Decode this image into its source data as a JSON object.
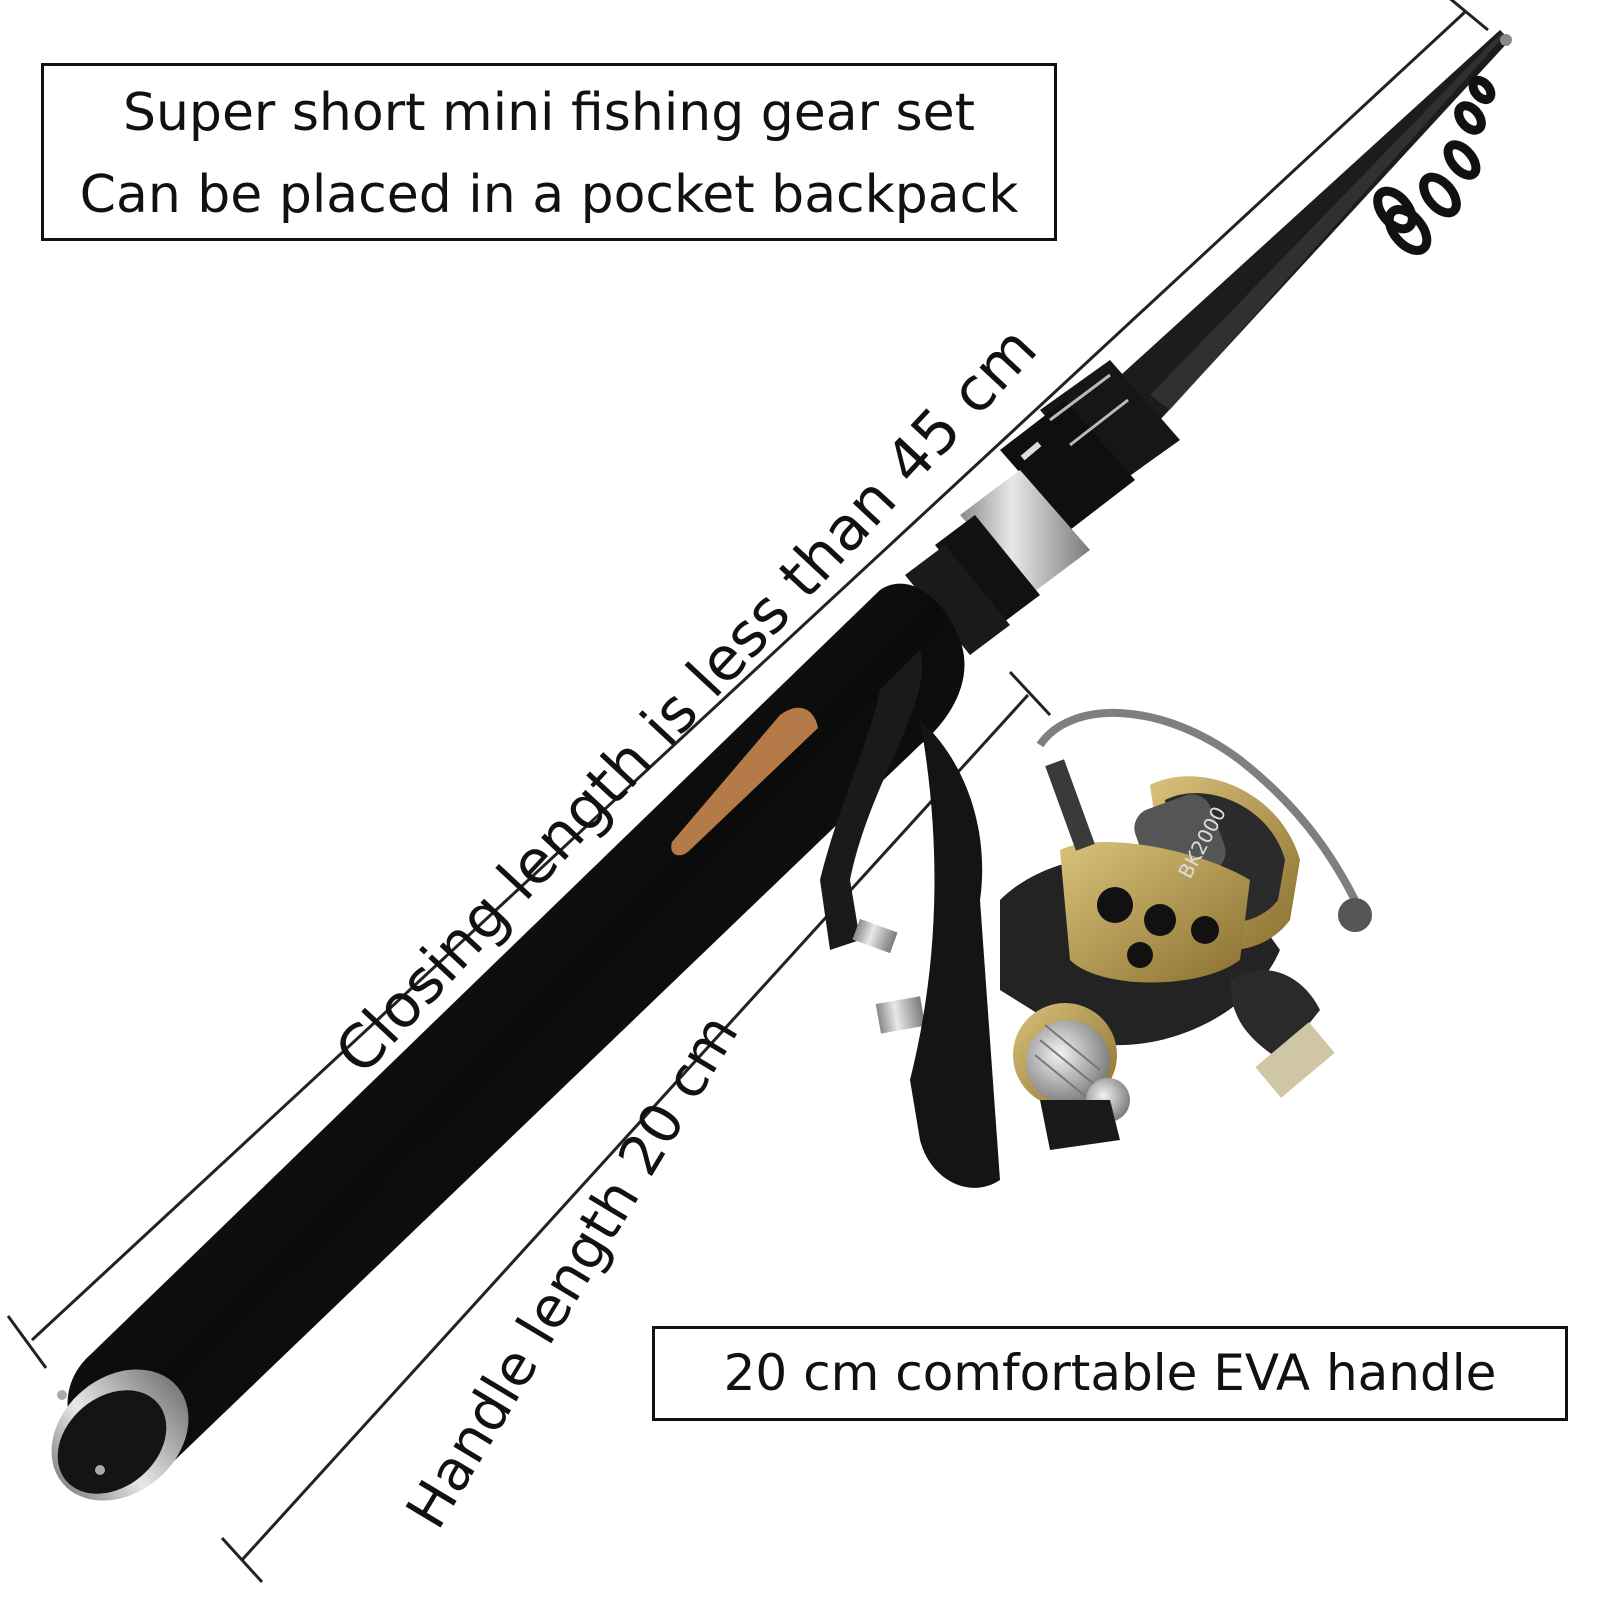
{
  "callouts": {
    "title_line_1": "Super short mini fishing gear set",
    "title_line_2": "Can be placed in a pocket backpack",
    "handle_feature": "20 cm comfortable EVA handle"
  },
  "dimensions": {
    "closing_length": "Closing length is less than 45 cm",
    "handle_length": "Handle length 20 cm"
  },
  "reel": {
    "model_marking": "BK2000"
  },
  "colors": {
    "background": "#ffffff",
    "text": "#111111",
    "handle_foam": "#0d0d0d",
    "reel_gold": "#b89a4a",
    "chrome": "#c9c9c9"
  }
}
